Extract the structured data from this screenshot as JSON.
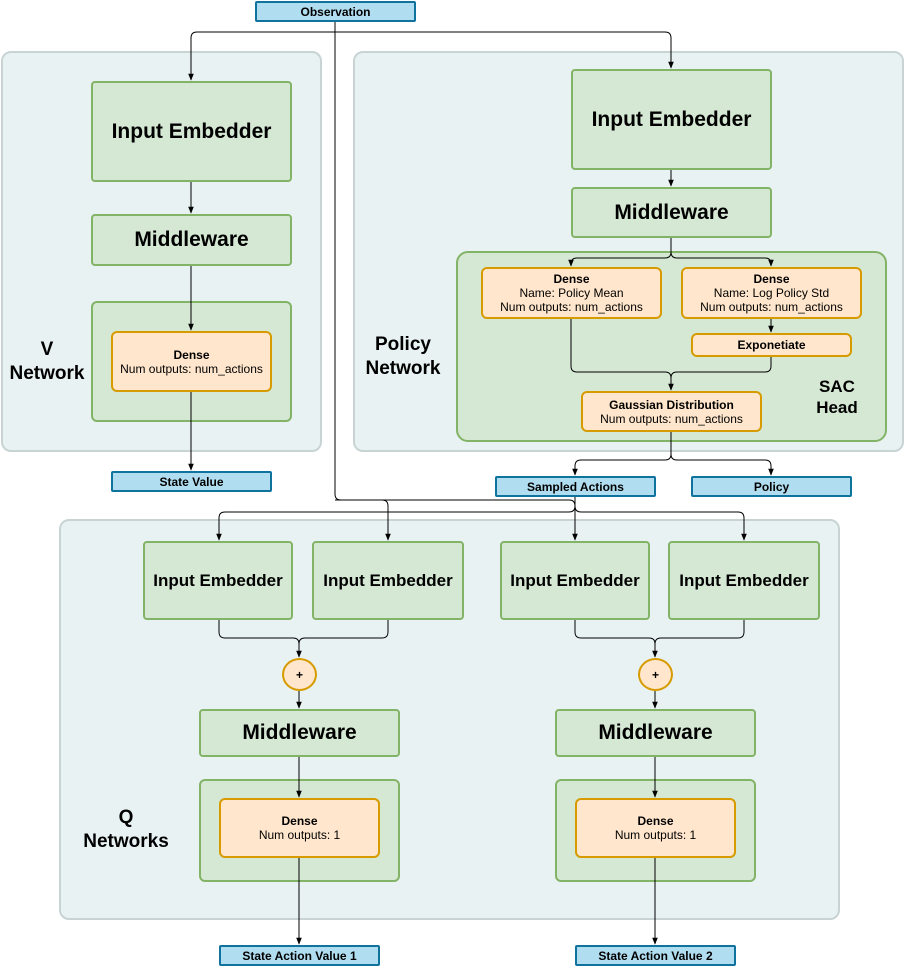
{
  "observation": "Observation",
  "v_network": {
    "label_line1": "V",
    "label_line2": "Network",
    "input_embedder": "Input Embedder",
    "middleware": "Middleware",
    "dense_title": "Dense",
    "dense_outputs": "Num outputs: num_actions",
    "output": "State Value"
  },
  "policy_network": {
    "label_line1": "Policy",
    "label_line2": "Network",
    "input_embedder": "Input Embedder",
    "middleware": "Middleware",
    "sac_head_line1": "SAC",
    "sac_head_line2": "Head",
    "dense_mean": {
      "title": "Dense",
      "name": "Name: Policy Mean",
      "outputs": "Num outputs: num_actions"
    },
    "dense_std": {
      "title": "Dense",
      "name": "Name: Log Policy Std",
      "outputs": "Num outputs: num_actions"
    },
    "exponetiate": "Exponetiate",
    "gaussian": {
      "title": "Gaussian Distribution",
      "outputs": "Num outputs: num_actions"
    },
    "output_sampled": "Sampled Actions",
    "output_policy": "Policy"
  },
  "q_networks": {
    "label_line1": "Q",
    "label_line2": "Networks",
    "input_embedder": "Input Embedder",
    "plus": "+",
    "middleware": "Middleware",
    "dense_title": "Dense",
    "dense_outputs": "Num outputs: 1",
    "output_1": "State Action Value 1",
    "output_2": "State Action Value 2"
  },
  "colors": {
    "region_fill": "#e9f2f2",
    "block_fill": "#d5e8d4",
    "block_stroke": "#82b366",
    "dense_fill": "#ffe6cc",
    "dense_stroke": "#d79b00",
    "io_fill": "#b1ddf0",
    "io_stroke": "#10739e"
  }
}
